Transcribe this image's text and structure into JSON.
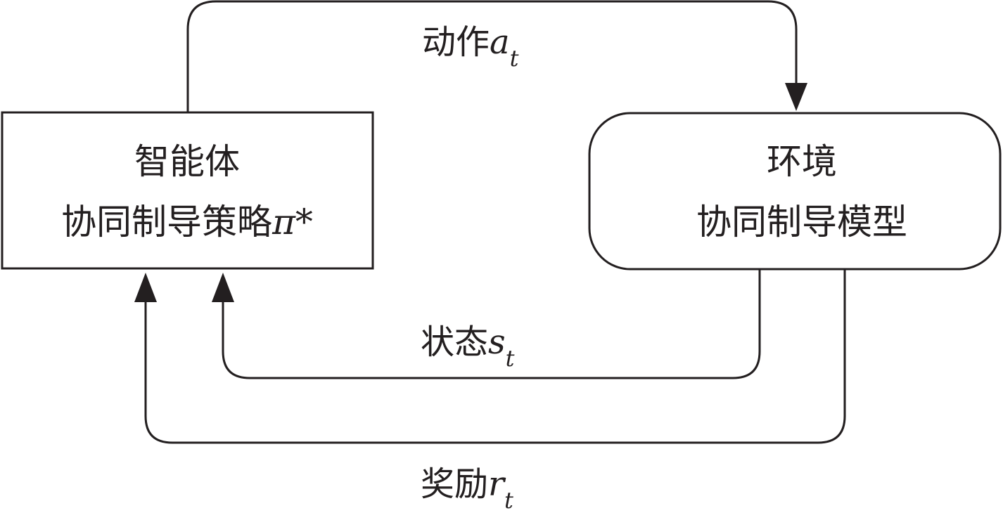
{
  "agent": {
    "line1": "智能体",
    "line2": "协同制导策略",
    "policy_symbol": "π*"
  },
  "environment": {
    "line1": "环境",
    "line2": "协同制导模型"
  },
  "edges": {
    "action": {
      "label": "动作",
      "var": "a",
      "sub": "t"
    },
    "state": {
      "label": "状态",
      "var": "s",
      "sub": "t"
    },
    "reward": {
      "label": "奖励",
      "var": "r",
      "sub": "t"
    }
  },
  "colors": {
    "ink": "#231f20",
    "background": "#ffffff"
  }
}
